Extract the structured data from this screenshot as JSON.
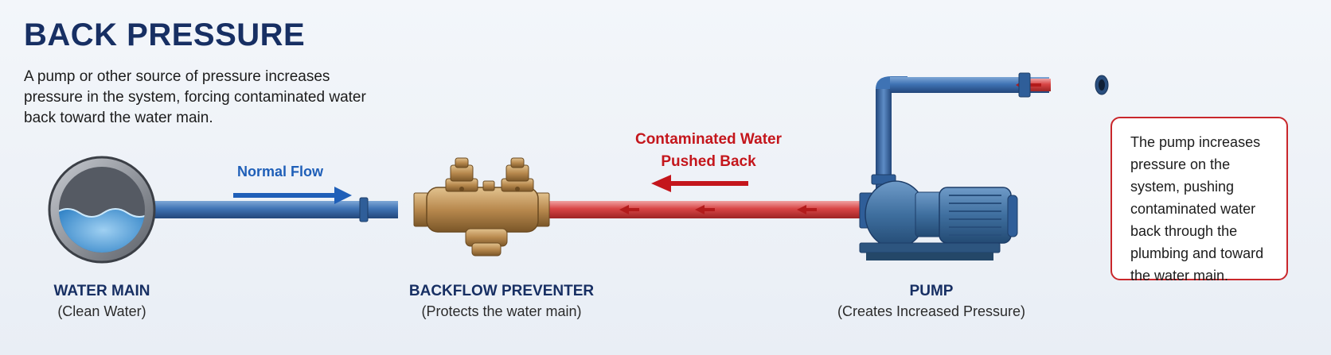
{
  "title": "BACK PRESSURE",
  "intro": "A pump or other source of pressure increases pressure in the system, forcing contaminated water back toward the water main.",
  "flow_labels": {
    "normal": "Normal Flow",
    "back_line1": "Contaminated Water",
    "back_line2": "Pushed Back"
  },
  "components": {
    "water_main": {
      "label": "WATER MAIN",
      "sub": "(Clean Water)"
    },
    "preventer": {
      "label": "BACKFLOW PREVENTER",
      "sub": "(Protects the water main)"
    },
    "pump": {
      "label": "PUMP",
      "sub": "(Creates Increased Pressure)"
    }
  },
  "callout": "The pump increases pressure on the system, pushing contaminated water back through the plumbing and toward the water main.",
  "colors": {
    "title": "#172f63",
    "clean_pipe": "#3a6fb0",
    "contaminated_pipe": "#d84545",
    "contaminated_text": "#c4161c",
    "normal_flow": "#1f5fb8",
    "brass": "#b8894e",
    "pump_body": "#3f6f9f"
  }
}
